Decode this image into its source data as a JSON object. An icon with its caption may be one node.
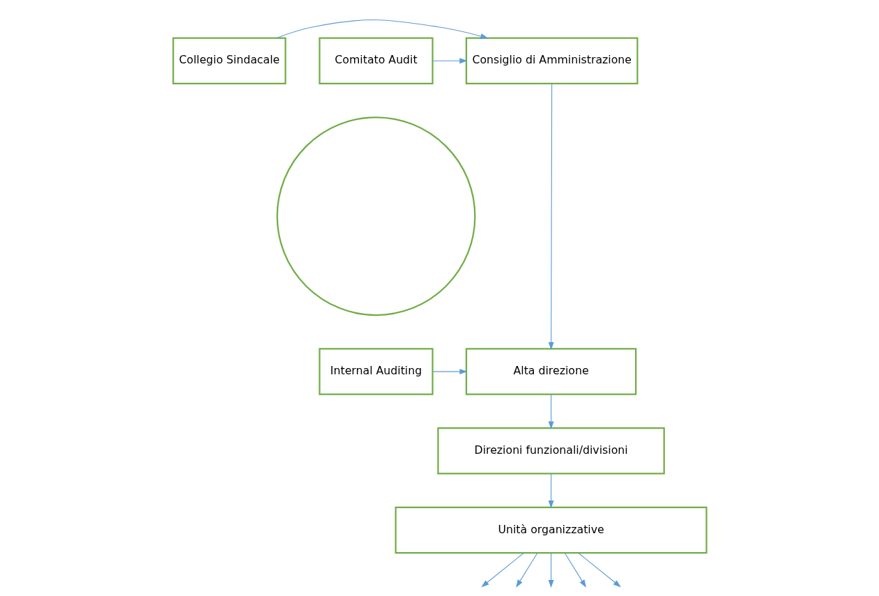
{
  "diagram": {
    "nodes": [
      {
        "text": [
          "Collegio Sindacale"
        ]
      },
      {
        "text": [
          "Consiglio di Amministrazione"
        ]
      },
      {
        "text": [],
        "shape": "circle"
      },
      {
        "text": [
          "Comitato Audit"
        ]
      },
      {
        "text": [
          "Internal Auditing"
        ]
      },
      {
        "text": [
          "Alta direzione"
        ]
      },
      {
        "text": [
          "Direzioni funzionali/divisioni"
        ]
      },
      {
        "text": [
          "Unità organizzative"
        ]
      }
    ],
    "edges": [
      {
        "from": 0,
        "to": 1,
        "arrow": "to"
      },
      {
        "from": 3,
        "to": 1,
        "arrow": "to"
      },
      {
        "from": 1,
        "to": 5,
        "arrow": "to"
      },
      {
        "from": 4,
        "to": 5,
        "arrow": "to"
      },
      {
        "from": 5,
        "to": 6,
        "arrow": "to"
      },
      {
        "from": 6,
        "to": 7,
        "arrow": "to"
      },
      {
        "from": 7,
        "to": null,
        "arrow": "to"
      },
      {
        "from": 7,
        "to": null,
        "arrow": "to"
      },
      {
        "from": 7,
        "to": null,
        "arrow": "to"
      },
      {
        "from": 7,
        "to": null,
        "arrow": "to"
      },
      {
        "from": 7,
        "to": null,
        "arrow": "to"
      }
    ]
  }
}
